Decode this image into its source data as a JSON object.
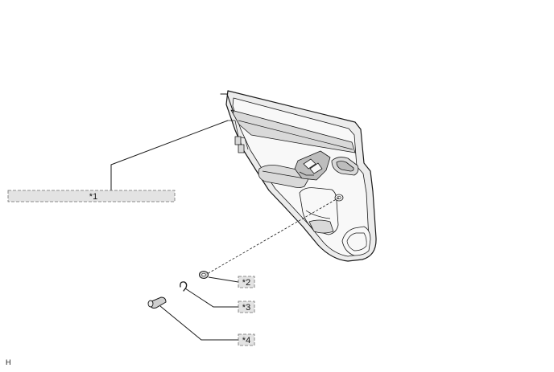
{
  "callouts": {
    "c1": "*1",
    "c2": "*2",
    "c3": "*3",
    "c4": "*4"
  },
  "footer_code": "H",
  "parts": {
    "door_trim_board": "door-trim-board",
    "clip_2": "clip-part-2",
    "clip_3": "clip-part-3",
    "clip_4": "clip-part-4"
  }
}
